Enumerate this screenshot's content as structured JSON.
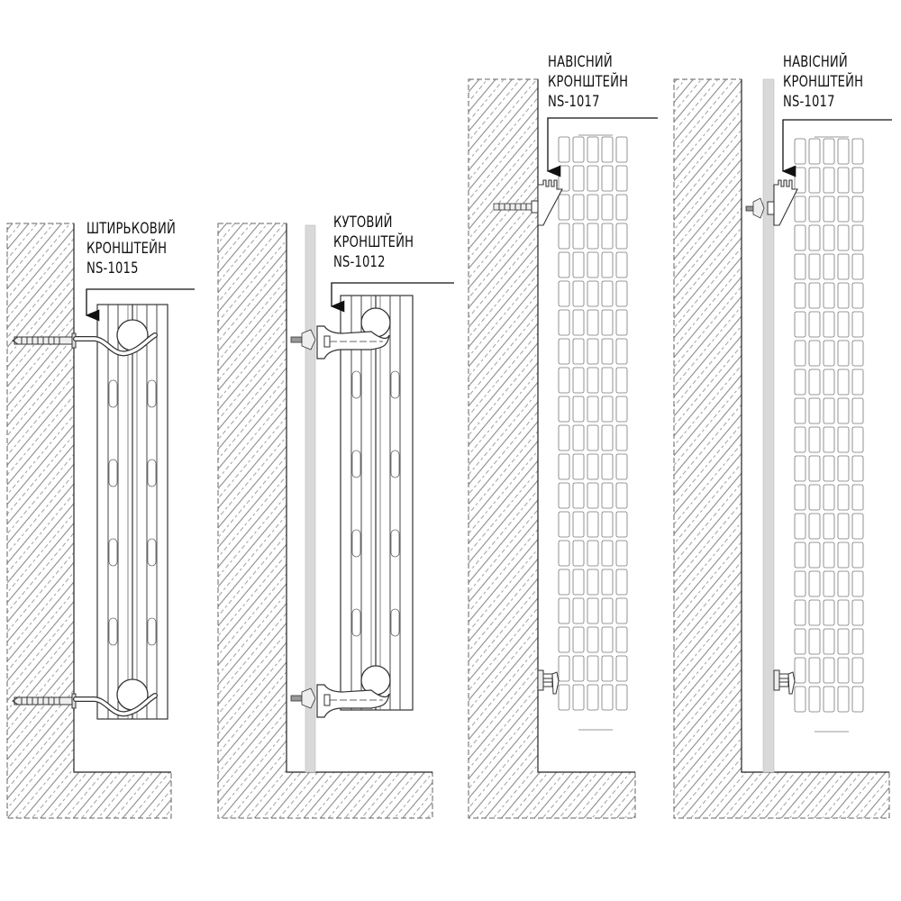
{
  "diagram": {
    "description": "Radiator wall mounting bracket types",
    "panels": [
      {
        "id": "pin-bracket",
        "label_lines": [
          "ШТИРЬКОВИЙ",
          "КРОНШТЕЙН",
          "NS-1015"
        ],
        "bracket_type": "pin",
        "radiator_style": "tubular-column",
        "has_drywall": false
      },
      {
        "id": "angle-bracket",
        "label_lines": [
          "КУТОВИЙ",
          "КРОНШТЕЙН",
          "NS-1012"
        ],
        "bracket_type": "angle",
        "radiator_style": "tubular-column",
        "has_drywall": true
      },
      {
        "id": "hanging-bracket-masonry",
        "label_lines": [
          "НАВІСНИЙ",
          "КРОНШТЕЙН",
          "NS-1017"
        ],
        "bracket_type": "hanging",
        "radiator_style": "panel-grid",
        "has_drywall": false
      },
      {
        "id": "hanging-bracket-drywall",
        "label_lines": [
          "НАВІСНИЙ",
          "КРОНШТЕЙН",
          "NS-1017"
        ],
        "bracket_type": "hanging",
        "radiator_style": "panel-grid",
        "has_drywall": true
      }
    ],
    "colors": {
      "line": "#222222",
      "hatch": "#8a8a8a",
      "drywall": "#d9d9d9",
      "radiator_fill": "#ffffff",
      "radiator_line": "#555555"
    }
  }
}
